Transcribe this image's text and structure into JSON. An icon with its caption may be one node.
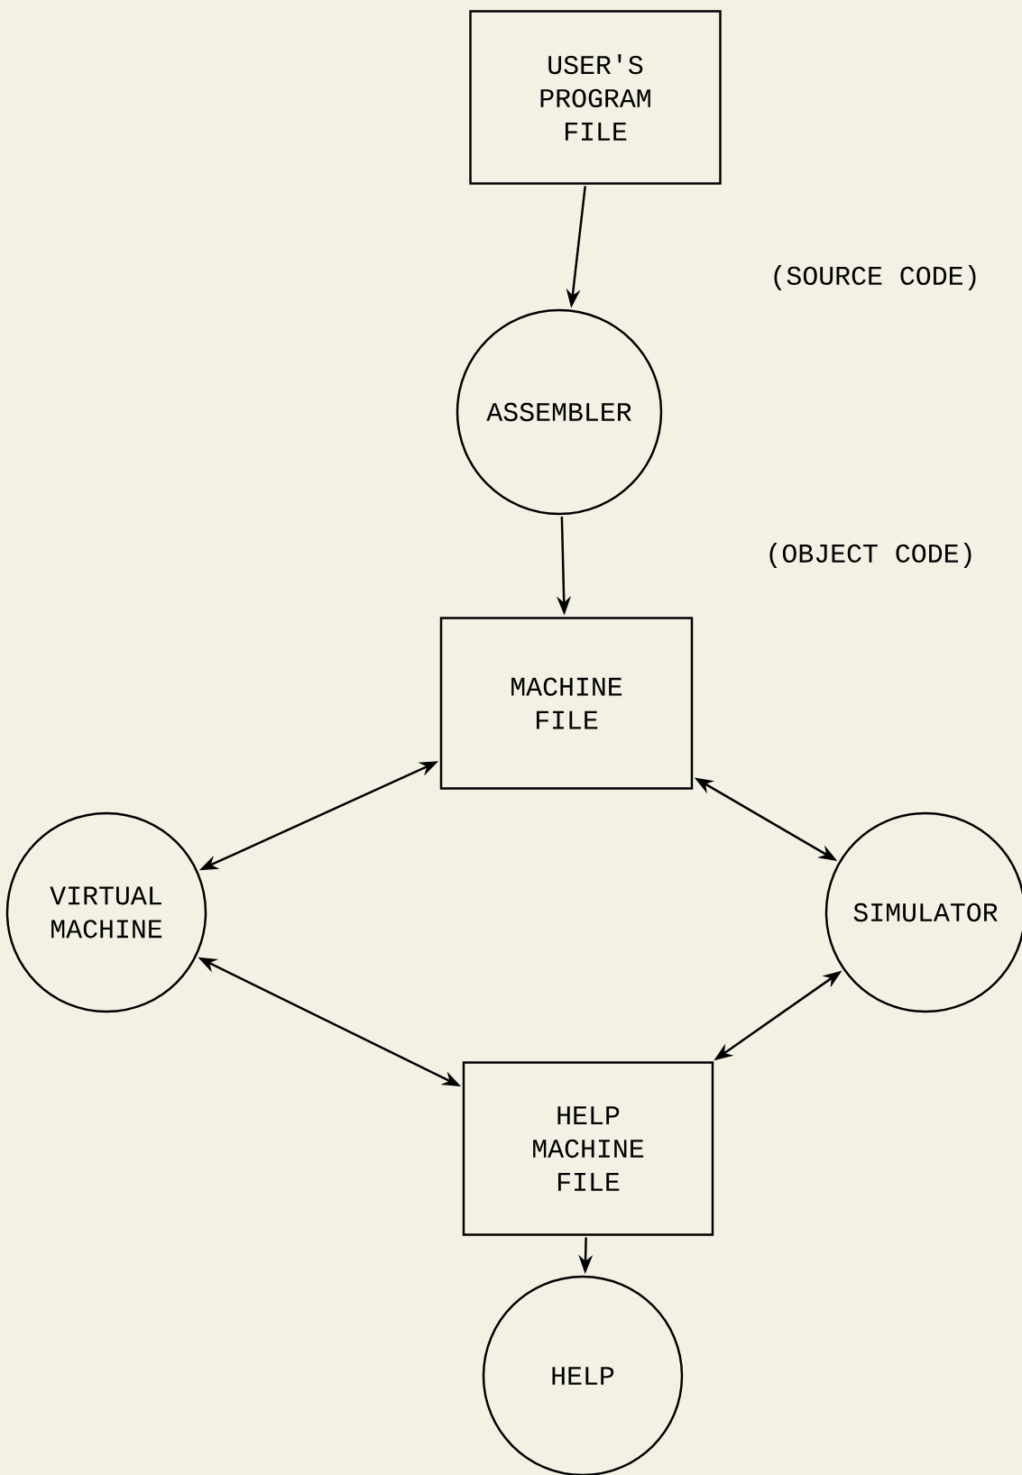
{
  "diagram": {
    "nodes": [
      {
        "text": [
          "USER'S PROGRAM FILE"
        ]
      },
      {
        "text": [
          "ASSEMBLER"
        ]
      },
      {
        "text": [
          "MACHINE FILE"
        ]
      },
      {
        "text": [
          "VIRTUAL MACHINE"
        ]
      },
      {
        "text": [
          "SIMULATOR"
        ]
      },
      {
        "text": [
          "HELP MACHINE FILE"
        ]
      },
      {
        "text": [
          "HELP"
        ]
      }
    ],
    "edges": [
      {
        "from": 0,
        "to": 1,
        "arrow": "to"
      },
      {
        "from": 1,
        "to": 2,
        "arrow": "to"
      },
      {
        "from": 2,
        "to": 3,
        "arrow": "both"
      },
      {
        "from": 2,
        "to": 4,
        "arrow": "both"
      },
      {
        "from": 3,
        "to": 5,
        "arrow": "both"
      },
      {
        "from": 4,
        "to": 5,
        "arrow": "both"
      },
      {
        "from": 5,
        "to": 6,
        "arrow": "to"
      }
    ],
    "labels": [
      "(SOURCE CODE)",
      "(OBJECT CODE)"
    ]
  }
}
